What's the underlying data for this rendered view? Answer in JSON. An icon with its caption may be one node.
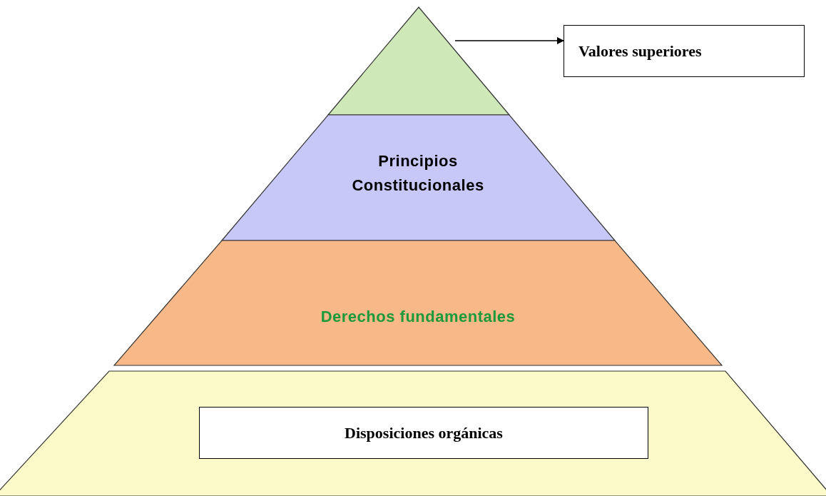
{
  "diagram": {
    "nodes": [
      {
        "text": [],
        "shape": "triangle"
      },
      {
        "text": [
          "Valores superiores"
        ]
      },
      {
        "text": [
          "Principios Constitucionales"
        ]
      },
      {
        "text": [
          "Derechos fundamentales"
        ]
      },
      {
        "text": [],
        "shape": "trapezoid"
      },
      {
        "text": [
          "Disposiciones orgánicas"
        ],
        "in": 4
      }
    ],
    "edges": [
      {
        "from": 0,
        "to": 1,
        "arrow": "to"
      }
    ]
  }
}
